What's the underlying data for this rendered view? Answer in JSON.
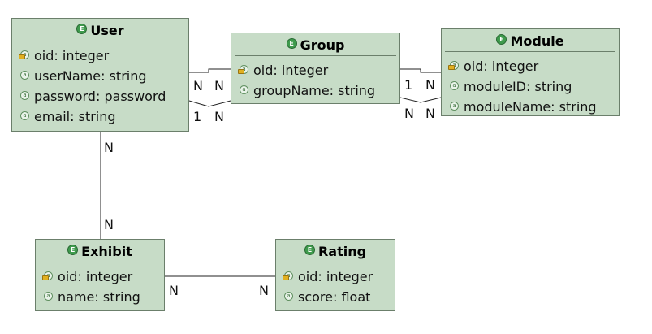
{
  "entities": {
    "user": {
      "title": "User",
      "attributes": [
        {
          "text": "oid: integer",
          "key": true
        },
        {
          "text": "userName: string",
          "key": false
        },
        {
          "text": "password: password",
          "key": false
        },
        {
          "text": "email: string",
          "key": false
        }
      ]
    },
    "group": {
      "title": "Group",
      "attributes": [
        {
          "text": "oid: integer",
          "key": true
        },
        {
          "text": "groupName: string",
          "key": false
        }
      ]
    },
    "module": {
      "title": "Module",
      "attributes": [
        {
          "text": "oid: integer",
          "key": true
        },
        {
          "text": "moduleID: string",
          "key": false
        },
        {
          "text": "moduleName: string",
          "key": false
        }
      ]
    },
    "exhibit": {
      "title": "Exhibit",
      "attributes": [
        {
          "text": "oid: integer",
          "key": true
        },
        {
          "text": "name: string",
          "key": false
        }
      ]
    },
    "rating": {
      "title": "Rating",
      "attributes": [
        {
          "text": "oid: integer",
          "key": true
        },
        {
          "text": "score: float",
          "key": false
        }
      ]
    }
  },
  "multiplicities": {
    "user_group_top_left": "N",
    "user_group_top_right": "N",
    "user_group_bottom_left": "1",
    "user_group_bottom_right": "N",
    "group_module_top_left": "1",
    "group_module_top_right": "N",
    "group_module_bottom_left": "N",
    "group_module_bottom_right": "N",
    "user_exhibit_top": "N",
    "user_exhibit_bottom": "N",
    "exhibit_rating_left": "N",
    "exhibit_rating_right": "N"
  }
}
